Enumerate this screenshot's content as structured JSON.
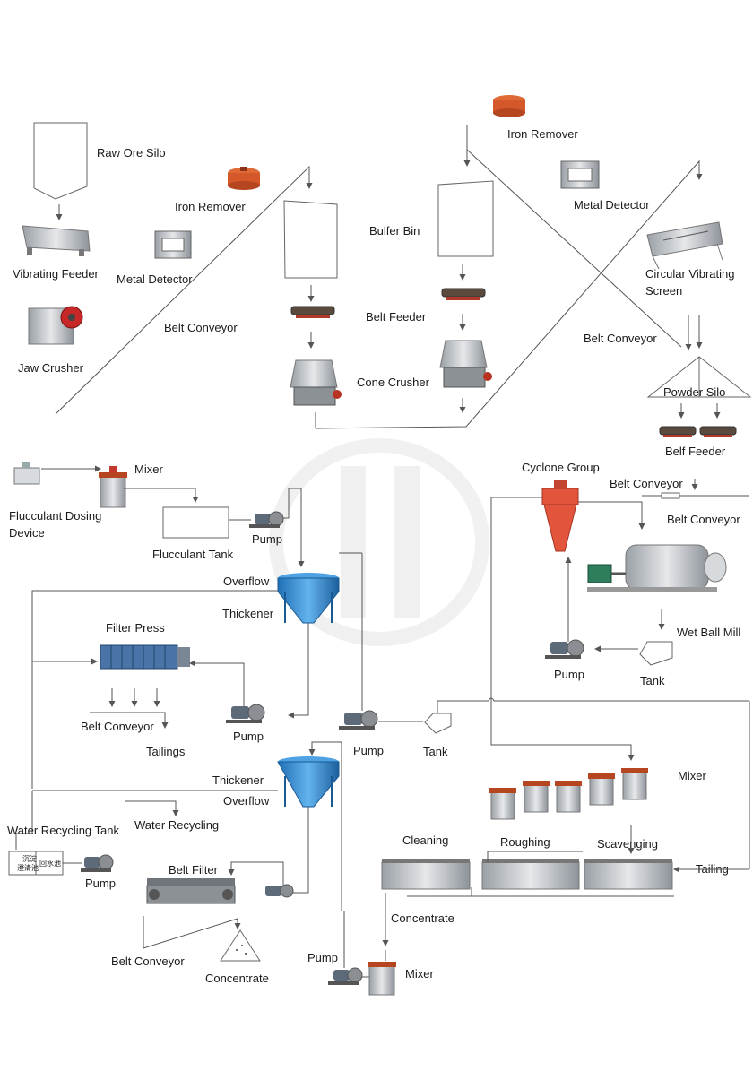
{
  "labels": {
    "raw_ore_silo": "Raw Ore Silo",
    "vibrating_feeder": "Vibrating Feeder",
    "jaw_crusher": "Jaw Crusher",
    "iron_remover_1": "Iron Remover",
    "metal_detector_1": "Metal Detector",
    "belt_conveyor_1": "Belt Conveyor",
    "iron_remover_2": "Iron Remover",
    "metal_detector_2": "Metal Detector",
    "bulfer_bin": "Bulfer Bin",
    "belt_feeder": "Belt Feeder",
    "cone_crusher": "Cone Crusher",
    "circular_vibrating_screen_1": "Circular Vibrating",
    "circular_vibrating_screen_2": "Screen",
    "belt_conveyor_2": "Belt Conveyor",
    "powder_silo": "Powder Silo",
    "belf_feeder": "Belf Feeder",
    "mixer_1": "Mixer",
    "flucculant_dosing_device_1": "Flucculant Dosing",
    "flucculant_dosing_device_2": "Device",
    "flucculant_tank": "Flucculant Tank",
    "pump_1": "Pump",
    "cyclone_group": "Cyclone Group",
    "belt_conveyor_3": "Belt Conveyor",
    "belt_conveyor_4": "Belt Conveyor",
    "overflow_1": "Overflow",
    "thickener_1": "Thickener",
    "filter_press": "Filter Press",
    "wet_ball_mill": "Wet Ball Mill",
    "pump_2": "Pump",
    "tank_1": "Tank",
    "belt_conveyor_5": "Belt Conveyor",
    "pump_3": "Pump",
    "tailings": "Tailings",
    "pump_4": "Pump",
    "tank_2": "Tank",
    "thickener_2": "Thickener",
    "overflow_2": "Overflow",
    "mixer_2": "Mixer",
    "water_recycling_tank": "Water Recycling Tank",
    "water_recycling": "Water Recycling",
    "cleaning": "Cleaning",
    "roughing": "Roughing",
    "scavenging": "Scavenging",
    "belt_filter": "Belt Filter",
    "pump_5": "Pump",
    "tailing": "Tailing",
    "concentrate_1": "Concentrate",
    "belt_conveyor_6": "Belt Conveyor",
    "concentrate_2": "Concentrate",
    "pump_6": "Pump",
    "mixer_3": "Mixer",
    "tank_cn_1": "沉淀",
    "tank_cn_2": "澄清池",
    "tank_cn_3": "回水池"
  },
  "colors": {
    "line": "#555555",
    "steel": "#c9ccd0",
    "blue": "#3d8fd6",
    "red_orange": "#d9542c",
    "cyclone": "#e2553c",
    "pump": "#5c6a7a"
  }
}
